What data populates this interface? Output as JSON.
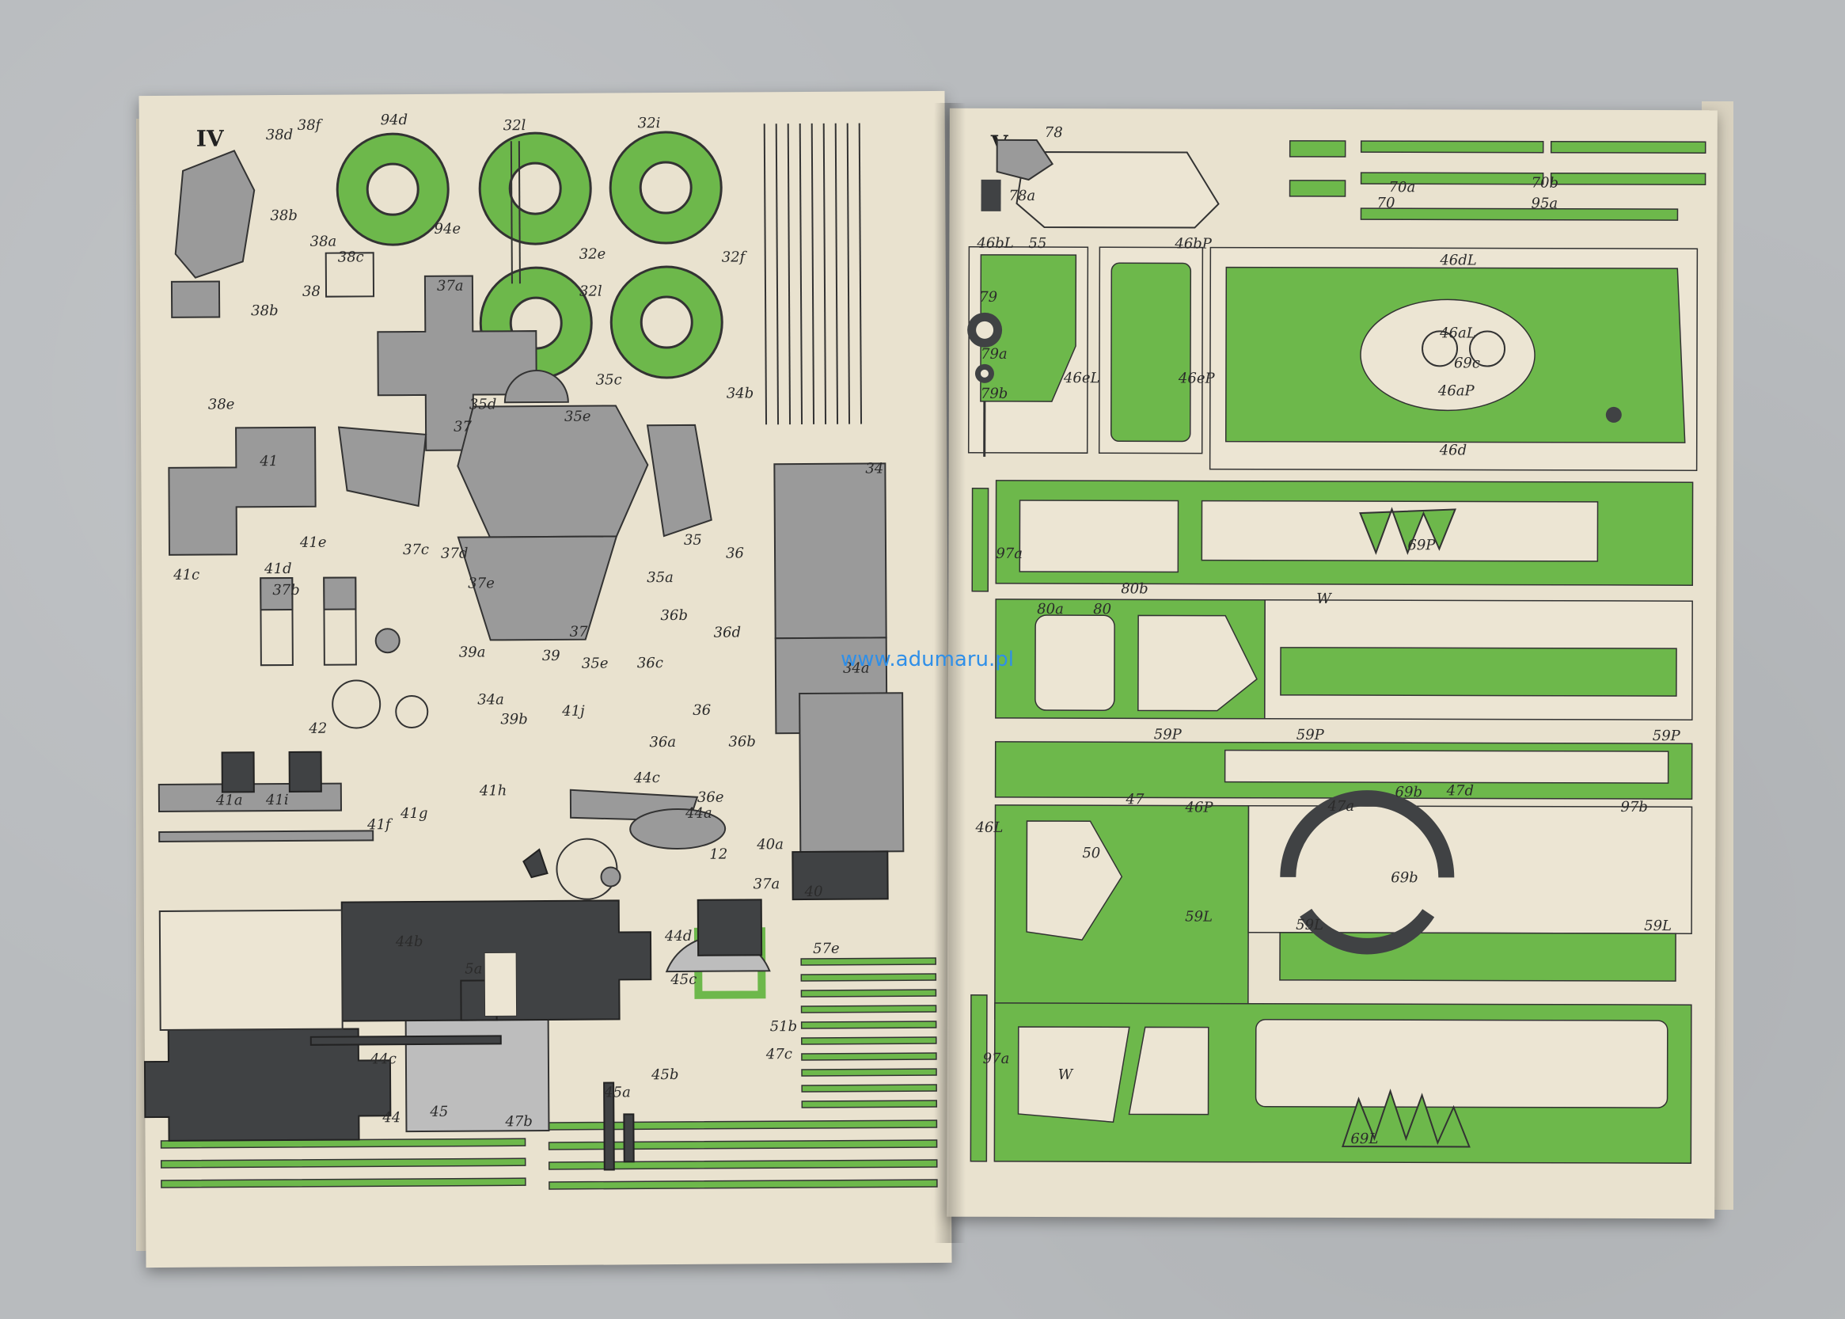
{
  "photo": {
    "left_page": {
      "sheet_number": "IV",
      "part_labels": [
        "38d",
        "38f",
        "94d",
        "32l",
        "32i",
        "38b",
        "38a",
        "38c",
        "94e",
        "32e",
        "32f",
        "38",
        "37a",
        "32l",
        "38b",
        "35d",
        "35c",
        "34b",
        "38e",
        "37",
        "35e",
        "35",
        "41",
        "41e",
        "34",
        "37c",
        "37d",
        "37e",
        "36",
        "41d",
        "35a",
        "41c",
        "37b",
        "36b",
        "39a",
        "37",
        "35e",
        "36c",
        "36d",
        "34a",
        "42",
        "39",
        "34a",
        "39b",
        "41j",
        "36",
        "36a",
        "36b",
        "41a",
        "41i",
        "41g",
        "41h",
        "44c",
        "36e",
        "41f",
        "44a",
        "40a",
        "12",
        "37a",
        "40",
        "5a",
        "44b",
        "44d",
        "57e",
        "45c",
        "51b",
        "44",
        "45",
        "47b",
        "45b",
        "47c",
        "45a",
        "44c"
      ],
      "colors": {
        "grey": "#9a9a9a",
        "dark": "#404244",
        "green": "#6db84b",
        "paper": "#e9e2cf"
      }
    },
    "right_page": {
      "sheet_number": "V",
      "part_labels": [
        "78",
        "78a",
        "70",
        "70a",
        "70b",
        "95a",
        "46bL",
        "55",
        "46bP",
        "46dL",
        "79",
        "46eL",
        "46eP",
        "46aL",
        "69c",
        "79a",
        "46aP",
        "79b",
        "46d",
        "69P",
        "97a",
        "80a",
        "80",
        "80b",
        "W",
        "59P",
        "59P",
        "59P",
        "46P",
        "47",
        "47d",
        "69b",
        "47a",
        "97b",
        "46L",
        "50",
        "69b",
        "59L",
        "59L",
        "59L",
        "97a",
        "W",
        "69L"
      ],
      "colors": {
        "green": "#6db84b",
        "paper": "#e9e2cf"
      }
    },
    "watermark": "www.adumaru.pl"
  }
}
